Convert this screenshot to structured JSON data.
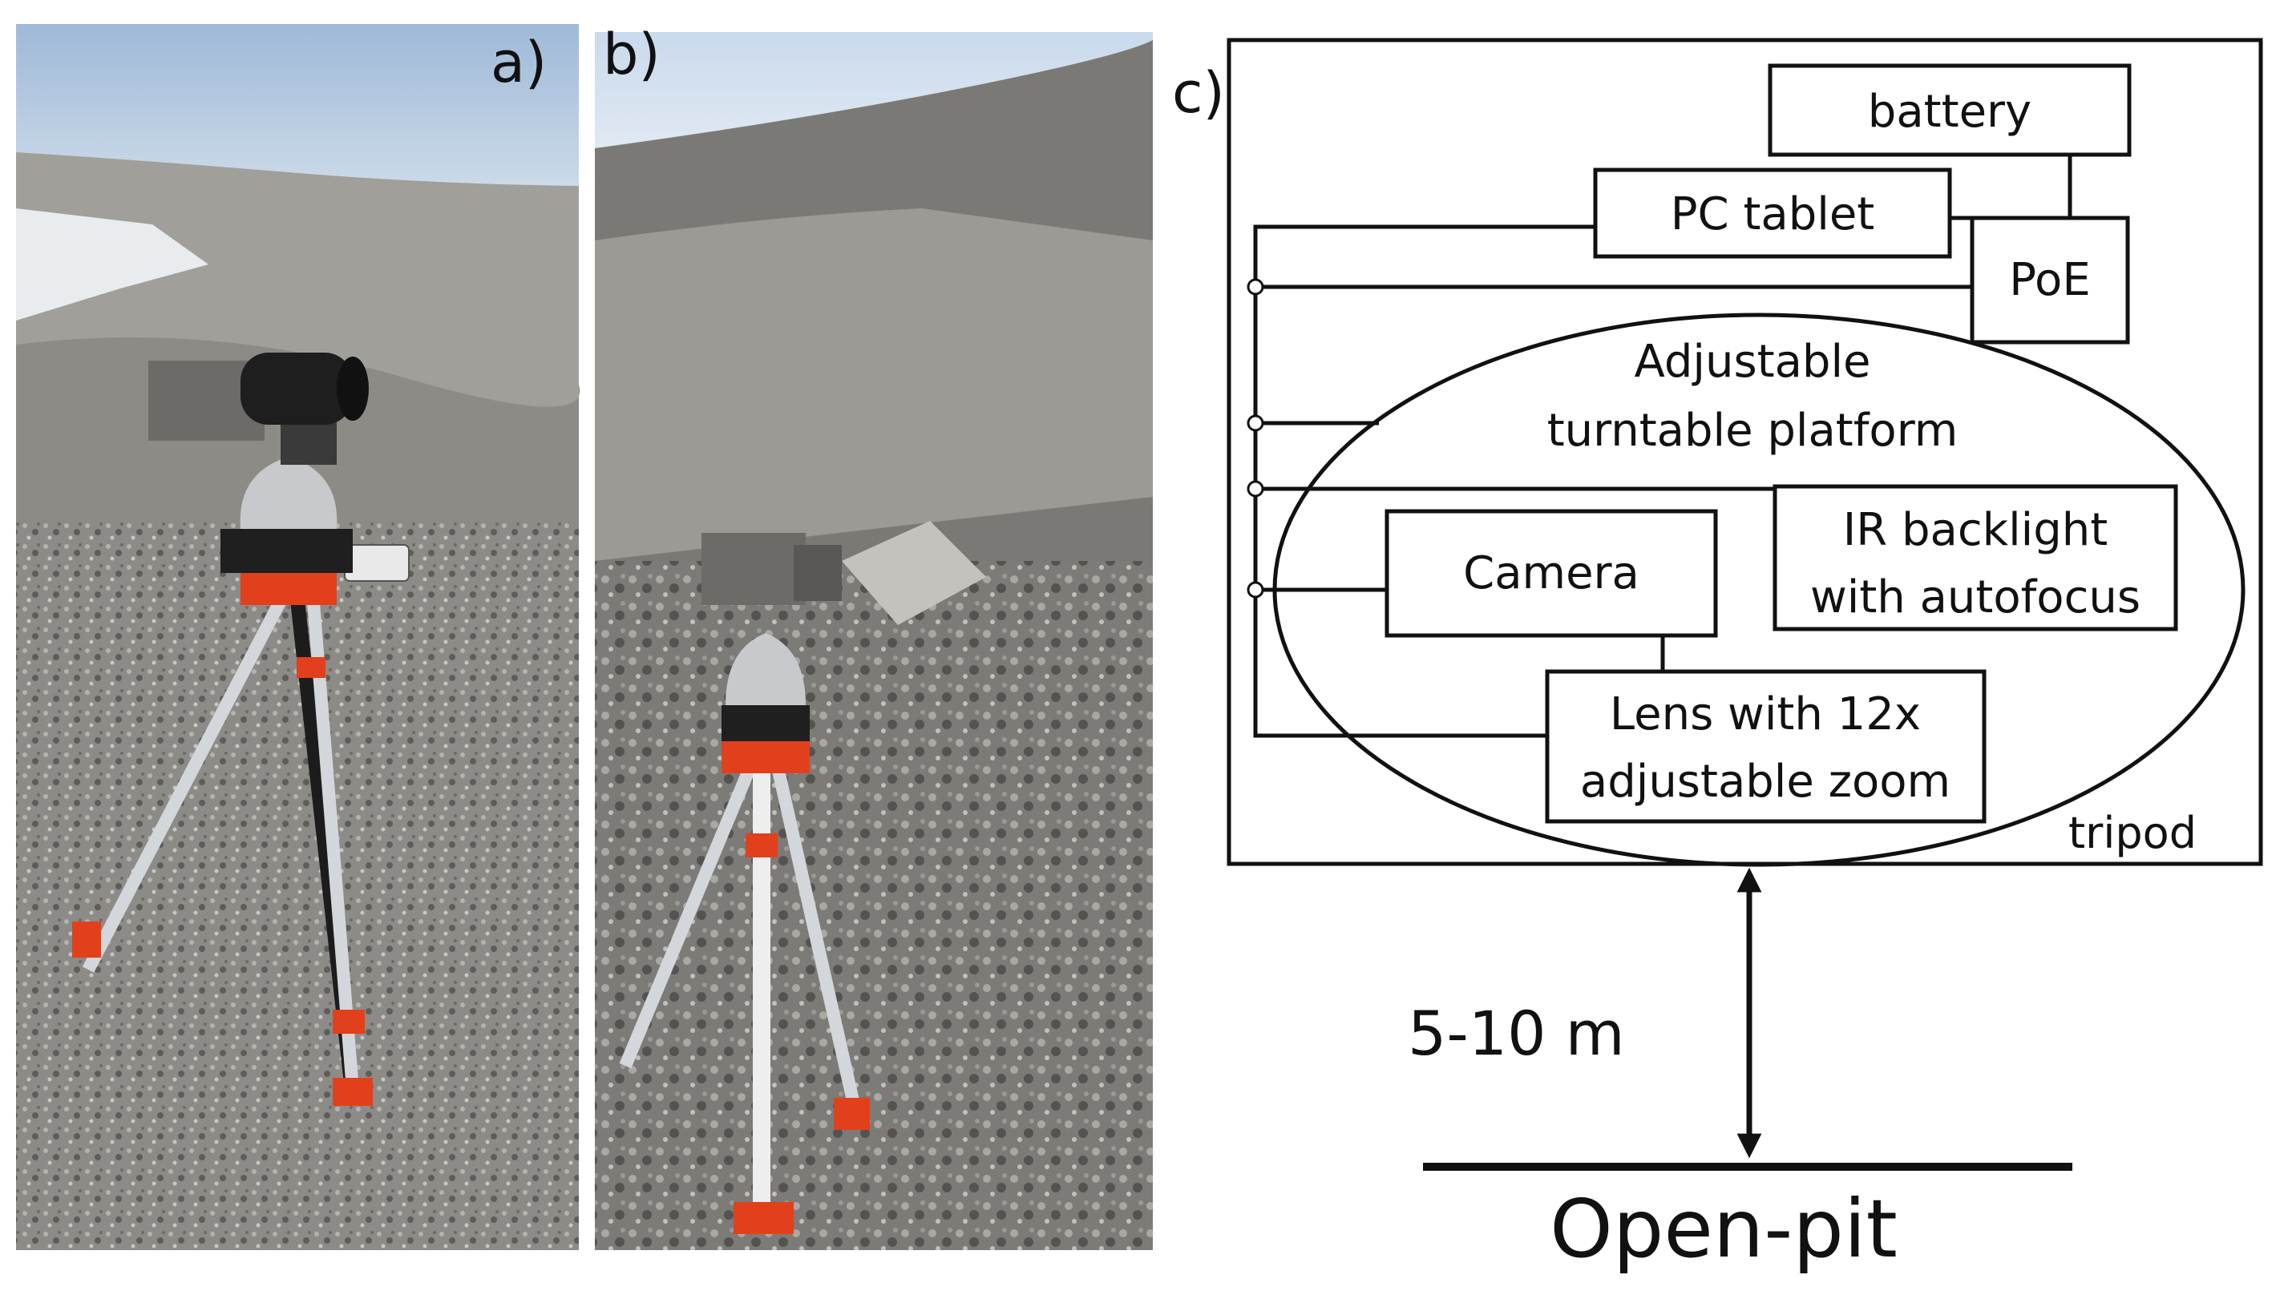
{
  "panels": {
    "a": {
      "label": "a)"
    },
    "b": {
      "label": "b)"
    },
    "c": {
      "label": "c)"
    }
  },
  "diagram": {
    "components": {
      "battery": "battery",
      "pc_tablet": "PC tablet",
      "poe": "PoE",
      "platform_line1": "Adjustable",
      "platform_line2": "turntable platform",
      "camera": "Camera",
      "ir_line1": "IR backlight",
      "ir_line2": "with autofocus",
      "lens_line1": "Lens with 12x",
      "lens_line2": "adjustable zoom",
      "tripod": "tripod"
    },
    "distance_label": "5-10 m",
    "ground_label": "Open-pit"
  },
  "colors": {
    "sky": "#b9cde3",
    "rock_light": "#a7a59f",
    "rock_dark": "#6f6e6a",
    "gravel": "#8a8985",
    "tripod_red": "#e2401c",
    "tripod_silver": "#d3d6da",
    "camera_gray": "#6d6a68",
    "line": "#111111"
  }
}
